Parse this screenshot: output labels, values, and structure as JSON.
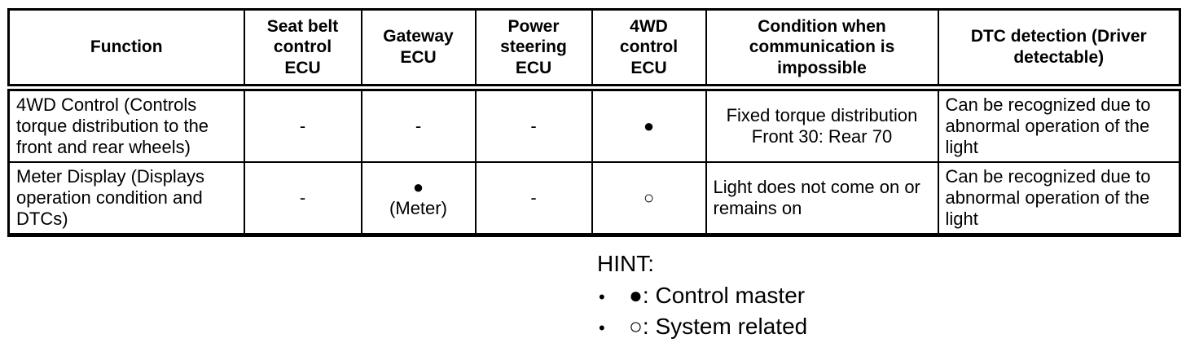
{
  "table": {
    "headers": [
      "Function",
      "Seat belt\ncontrol\nECU",
      "Gateway\nECU",
      "Power\nsteering\nECU",
      "4WD\ncontrol\nECU",
      "Condition when\ncommunication is\nimpossible",
      "DTC detection (Driver\ndetectable)"
    ],
    "rows": [
      {
        "cells": [
          "4WD Control (Controls\ntorque distribution to the\nfront and rear wheels)",
          "-",
          "-",
          "-",
          "●",
          "Fixed torque distribution\nFront 30: Rear 70",
          "Can be recognized due to\nabnormal operation of the\nlight"
        ]
      },
      {
        "cells": [
          "Meter Display (Displays\noperation condition and\nDTCs)",
          "-",
          "●\n(Meter)",
          "-",
          "○",
          "Light does not come on or\nremains on",
          "Can be recognized due to\nabnormal operation of the\nlight"
        ]
      }
    ]
  },
  "hint": {
    "title": "HINT:",
    "bullet": "•",
    "items": [
      {
        "symbol": "●",
        "label": ": Control master"
      },
      {
        "symbol": "○",
        "label": ": System related"
      }
    ]
  },
  "colors": {
    "text": "#000000",
    "background": "#ffffff",
    "border": "#000000"
  }
}
